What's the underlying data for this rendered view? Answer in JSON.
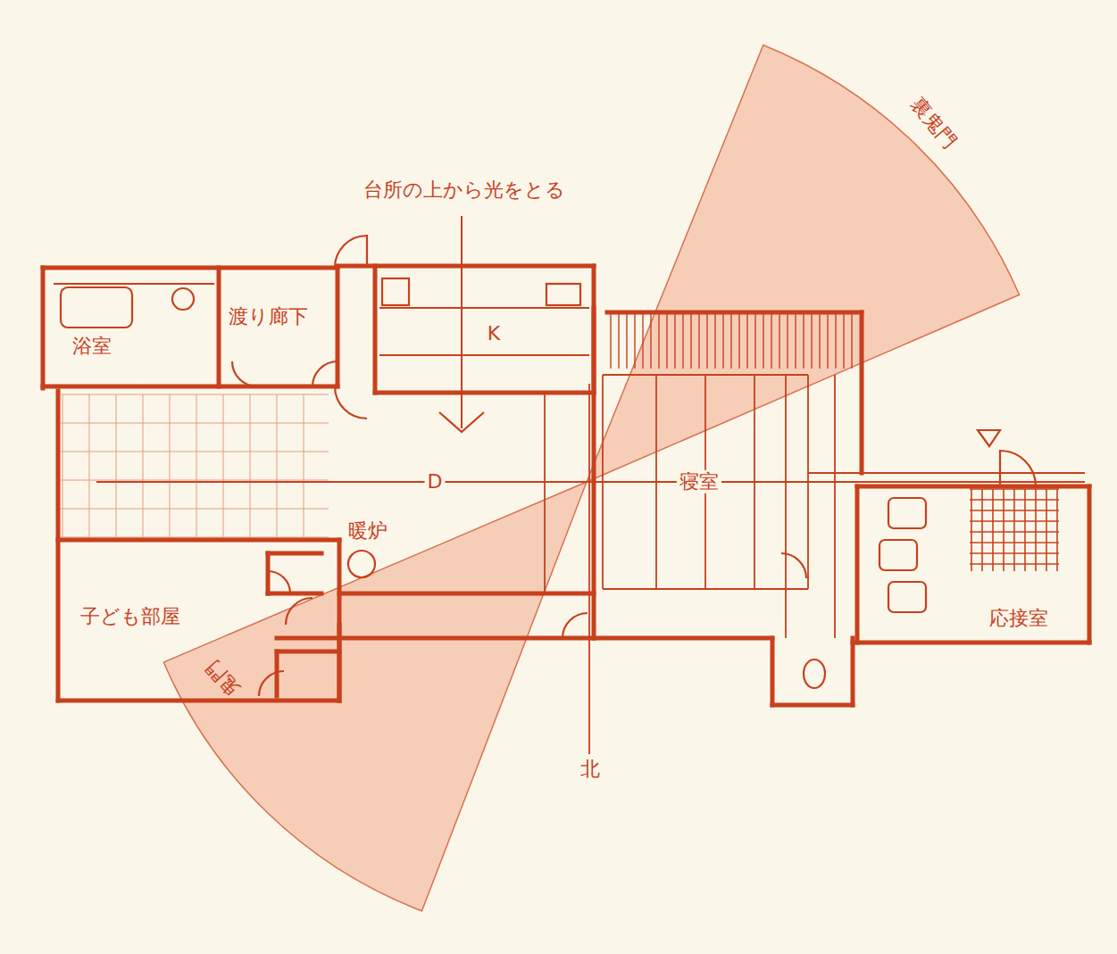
{
  "diagram": {
    "labels": [
      "台所の上から光をとる",
      "浴室",
      "渡り廊下",
      "K",
      "D",
      "寝室",
      "暖炉",
      "子ども部屋",
      "応接室",
      "北",
      "裏鬼門",
      "鬼門"
    ]
  }
}
